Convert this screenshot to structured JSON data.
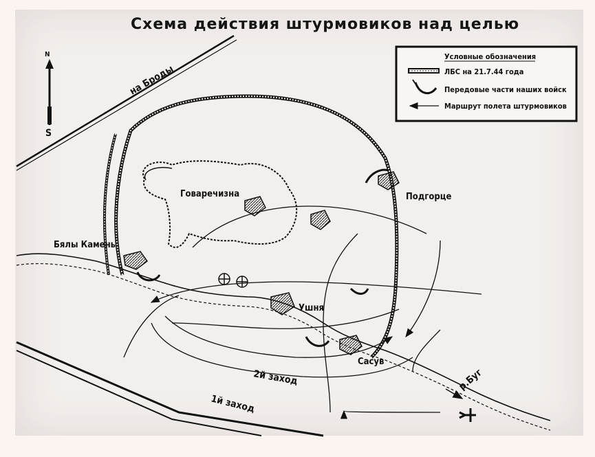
{
  "title": "Схема действия штурмовиков над целью",
  "legend": {
    "heading": "Условные обозначения",
    "items": [
      {
        "symbol": "lbs-line",
        "label": "ЛБС на 21.7.44 года"
      },
      {
        "symbol": "forward-units",
        "label": "Передовые части наших войск"
      },
      {
        "symbol": "flight-route-arrow",
        "label": "Маршрут полета штурмовиков"
      }
    ]
  },
  "compass": {
    "north": "N",
    "south": "S"
  },
  "roads": [
    {
      "label": "на Броды"
    }
  ],
  "places": [
    {
      "name": "Говаречизна"
    },
    {
      "name": "Подгорце"
    },
    {
      "name": "Бялы Камень"
    },
    {
      "name": "Ушня"
    },
    {
      "name": "Сасув"
    }
  ],
  "river": {
    "label": "р.Буг"
  },
  "approaches": [
    {
      "label": "2й заход"
    },
    {
      "label": "1й заход"
    }
  ]
}
